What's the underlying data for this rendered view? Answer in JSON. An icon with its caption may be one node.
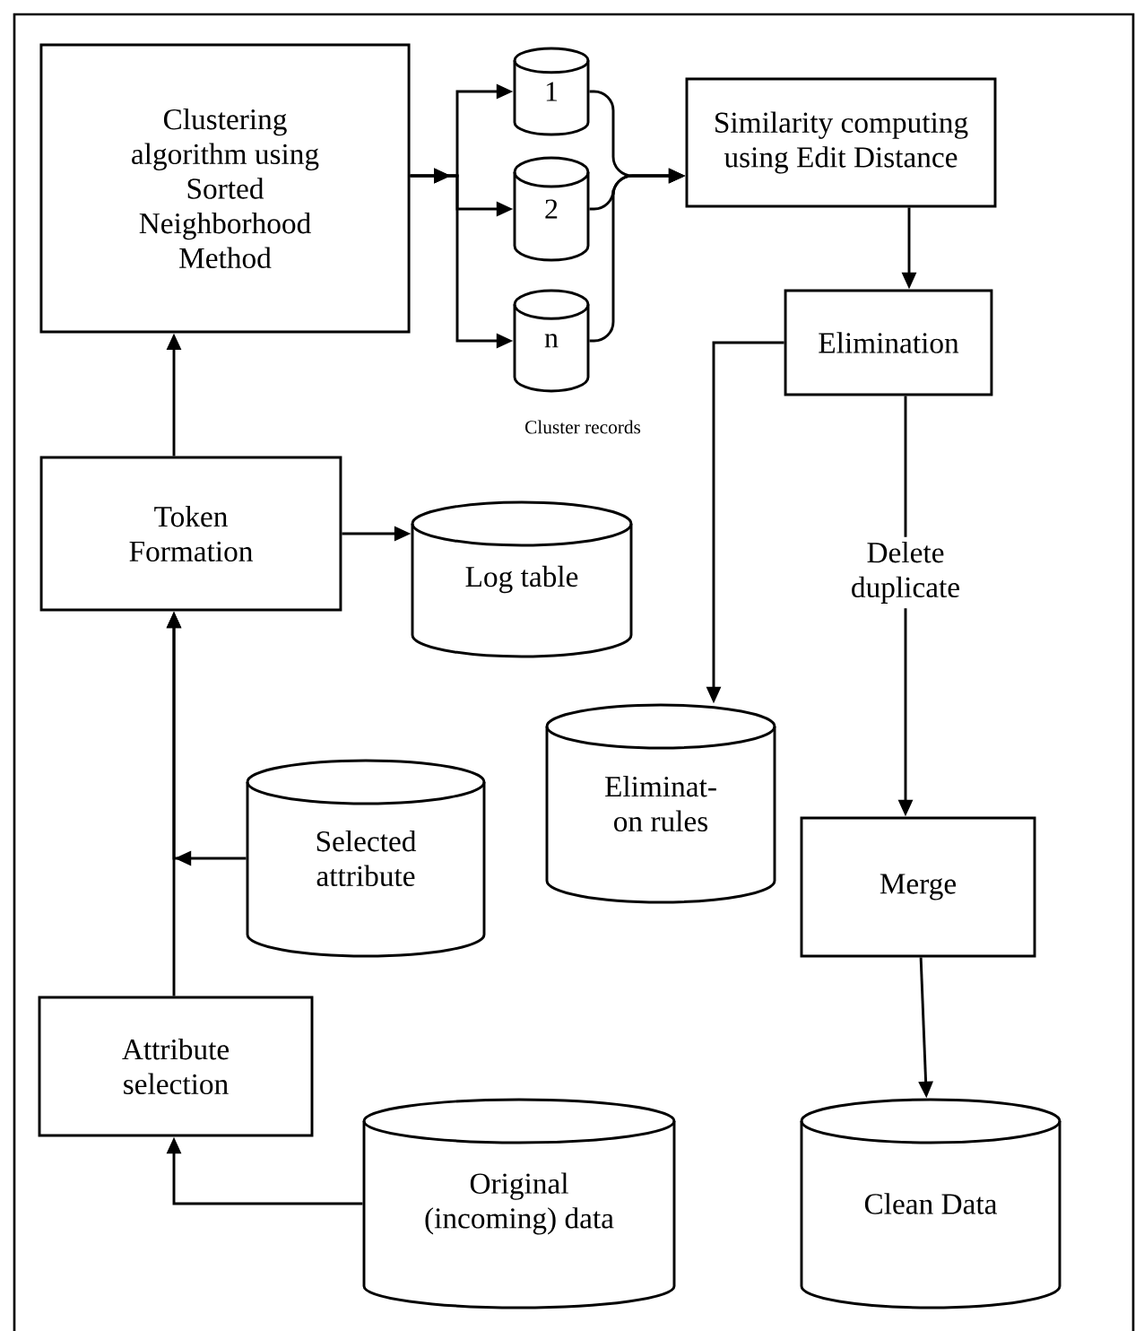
{
  "diagram": {
    "nodes": [
      {
        "text": [
          "Clustering algorithm using Sorted Neighborhood Method"
        ]
      },
      {
        "text": [
          "1"
        ]
      },
      {
        "text": [
          "2"
        ]
      },
      {
        "text": [
          "n"
        ]
      },
      {
        "text": [
          "Similarity computing using Edit Distance"
        ]
      },
      {
        "text": [
          "Elimination"
        ]
      },
      {
        "text": [
          "Token Formation"
        ]
      },
      {
        "text": [
          "Log table"
        ]
      },
      {
        "text": [
          "Eliminat-on rules"
        ]
      },
      {
        "text": [
          "Merge"
        ]
      },
      {
        "text": [
          "Selected attribute"
        ]
      },
      {
        "text": [
          "Attribute selection"
        ]
      },
      {
        "text": [
          "Original (incoming) data"
        ]
      },
      {
        "text": [
          "Clean Data"
        ]
      }
    ],
    "edges": [
      {
        "from": 0,
        "to": 1,
        "arrow": "to"
      },
      {
        "from": 0,
        "to": 2,
        "arrow": "to"
      },
      {
        "from": 0,
        "to": 3,
        "arrow": "to"
      },
      {
        "from": 1,
        "to": 4,
        "arrow": "to"
      },
      {
        "from": 2,
        "to": 4,
        "arrow": "to"
      },
      {
        "from": 3,
        "to": 4,
        "arrow": "to"
      },
      {
        "from": 4,
        "to": 5,
        "arrow": "to"
      },
      {
        "from": 5,
        "to": 8,
        "arrow": "to"
      },
      {
        "from": 5,
        "to": 9,
        "arrow": "to",
        "label": "Delete duplicate"
      },
      {
        "from": 9,
        "to": 13,
        "arrow": "to"
      },
      {
        "from": 6,
        "to": 0,
        "arrow": "to"
      },
      {
        "from": 6,
        "to": 7,
        "arrow": "to"
      },
      {
        "from": 11,
        "to": 6,
        "arrow": "to"
      },
      {
        "from": 10,
        "to": 6,
        "arrow": "to"
      },
      {
        "from": 12,
        "to": 11,
        "arrow": "to"
      }
    ],
    "labels": [
      "Cluster records"
    ]
  }
}
